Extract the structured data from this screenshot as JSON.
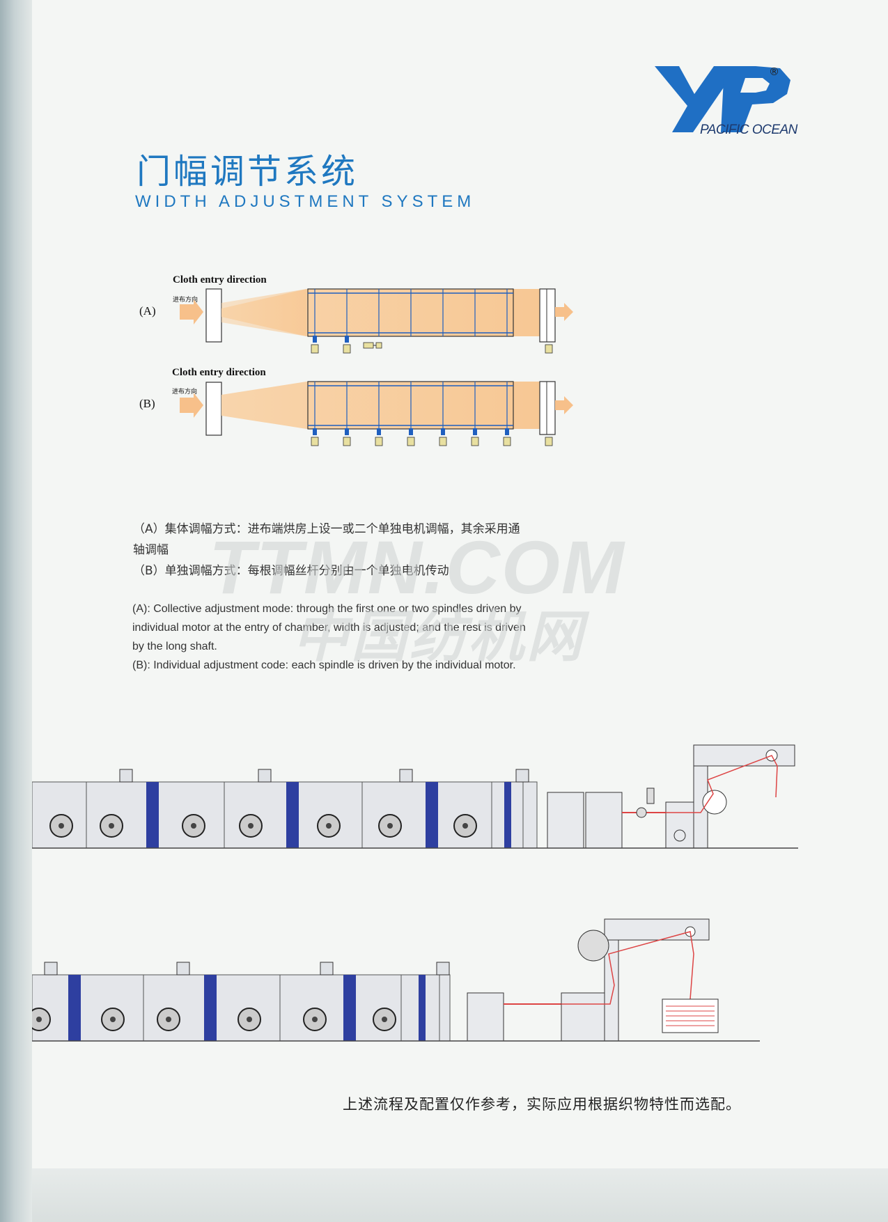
{
  "brand": {
    "name": "PACIFIC OCEAN",
    "registered": "®",
    "primary_color": "#1f6fc4"
  },
  "heading": {
    "title_cn": "门幅调节系统",
    "title_en": "WIDTH ADJUSTMENT SYSTEM"
  },
  "diagram": {
    "a": {
      "label": "(A)",
      "caption": "Cloth entry direction",
      "caption_cn": "进布方向"
    },
    "b": {
      "label": "(B)",
      "caption": "Cloth entry direction",
      "caption_cn": "进布方向"
    }
  },
  "description_cn": {
    "line1": "（A）集体调幅方式：进布端烘房上设一或二个单独电机调幅，其余采用通",
    "line2": "轴调幅",
    "line3": "（B）单独调幅方式：每根调幅丝杆分别由一个单独电机传动"
  },
  "description_en": {
    "line1": "(A): Collective adjustment mode: through the first one or two spindles driven by",
    "line2": "individual motor at the entry of chamber, width is adjusted; and the rest is driven",
    "line3": "by the long shaft.",
    "line4": "(B): Individual adjustment code: each spindle is driven by the individual motor."
  },
  "footer": {
    "note": "上述流程及配置仅作参考，实际应用根据织物特性而选配。"
  },
  "watermark": {
    "line1": "TTMN.COM",
    "line2": "中国纺机网"
  }
}
